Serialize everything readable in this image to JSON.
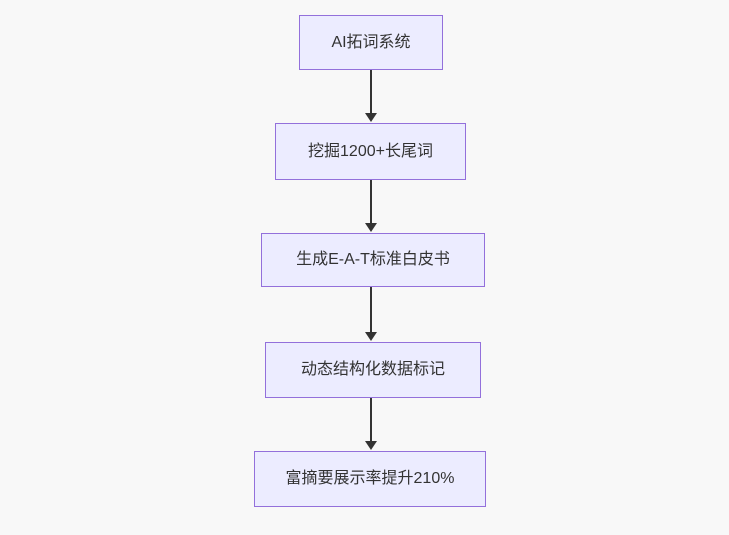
{
  "diagram": {
    "type": "flowchart",
    "direction": "top-down",
    "nodes": [
      {
        "id": "n1",
        "label": "AI拓词系统"
      },
      {
        "id": "n2",
        "label": "挖掘1200+长尾词"
      },
      {
        "id": "n3",
        "label": "生成E-A-T标准白皮书"
      },
      {
        "id": "n4",
        "label": "动态结构化数据标记"
      },
      {
        "id": "n5",
        "label": "富摘要展示率提升210%"
      }
    ],
    "edges": [
      {
        "from": "n1",
        "to": "n2",
        "style": "solid-arrow"
      },
      {
        "from": "n2",
        "to": "n3",
        "style": "solid-arrow"
      },
      {
        "from": "n3",
        "to": "n4",
        "style": "solid-arrow"
      },
      {
        "from": "n4",
        "to": "n5",
        "style": "solid-arrow"
      }
    ],
    "colors": {
      "node_fill": "#ECECFF",
      "node_border": "#9370DB",
      "node_text": "#333333",
      "arrow": "#333333",
      "background": "#f8f8f8"
    }
  }
}
